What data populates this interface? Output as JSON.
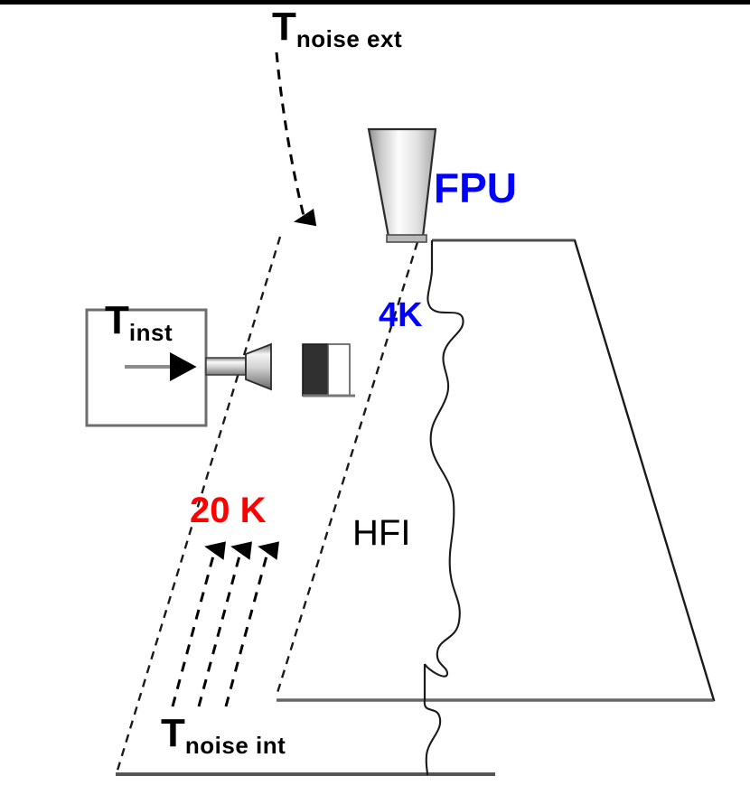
{
  "figure": {
    "type": "schematic-diagram",
    "subject": "Planck HFI instrument noise temperature schematic",
    "background_color": "#ffffff",
    "top_border_color": "#000000"
  },
  "labels": {
    "t_noise_ext": {
      "base": "T",
      "sub": "noise ext",
      "color": "#000000"
    },
    "t_inst": {
      "base": "T",
      "sub": "inst",
      "color": "#000000"
    },
    "t_noise_int": {
      "base": "T",
      "sub": "noise int",
      "color": "#000000"
    },
    "fpu": {
      "text": "FPU",
      "color": "#0000ff"
    },
    "four_k": {
      "text": "4K",
      "color": "#0000ff"
    },
    "twenty_k": {
      "text": "20 K",
      "color": "#ff0000"
    },
    "hfi": {
      "text": "HFI",
      "color": "#000000"
    }
  },
  "colors": {
    "outline": "#1a1a1a",
    "baseline_gray": "#666666",
    "horn_light": "#fbfbfb",
    "horn_dark": "#8a8a8a",
    "absorber_dark": "#303030",
    "arrow_gray": "#8c8c8c",
    "blue": "#0000ff",
    "red": "#ff0000",
    "black": "#000000"
  },
  "shapes": {
    "outer_shield": "dashed slanted trapezoid representing 20 K shield",
    "hfi_body": "solid trapezoid labelled HFI",
    "fpu_horn": "gradient-filled tapered horn at top labelled FPU",
    "wavy_boundary": "wavy vertical line inside HFI between 4K stage and HFI body",
    "test_horn": "gradient horn feeding through the shield from T_inst box",
    "absorber": "small black and white rectangle target",
    "ext_arrow": "curved dashed arrow entering from top labelled T_noise ext",
    "int_arrows": "three parallel dashed arrows pointing up-right labelled 20 K"
  }
}
